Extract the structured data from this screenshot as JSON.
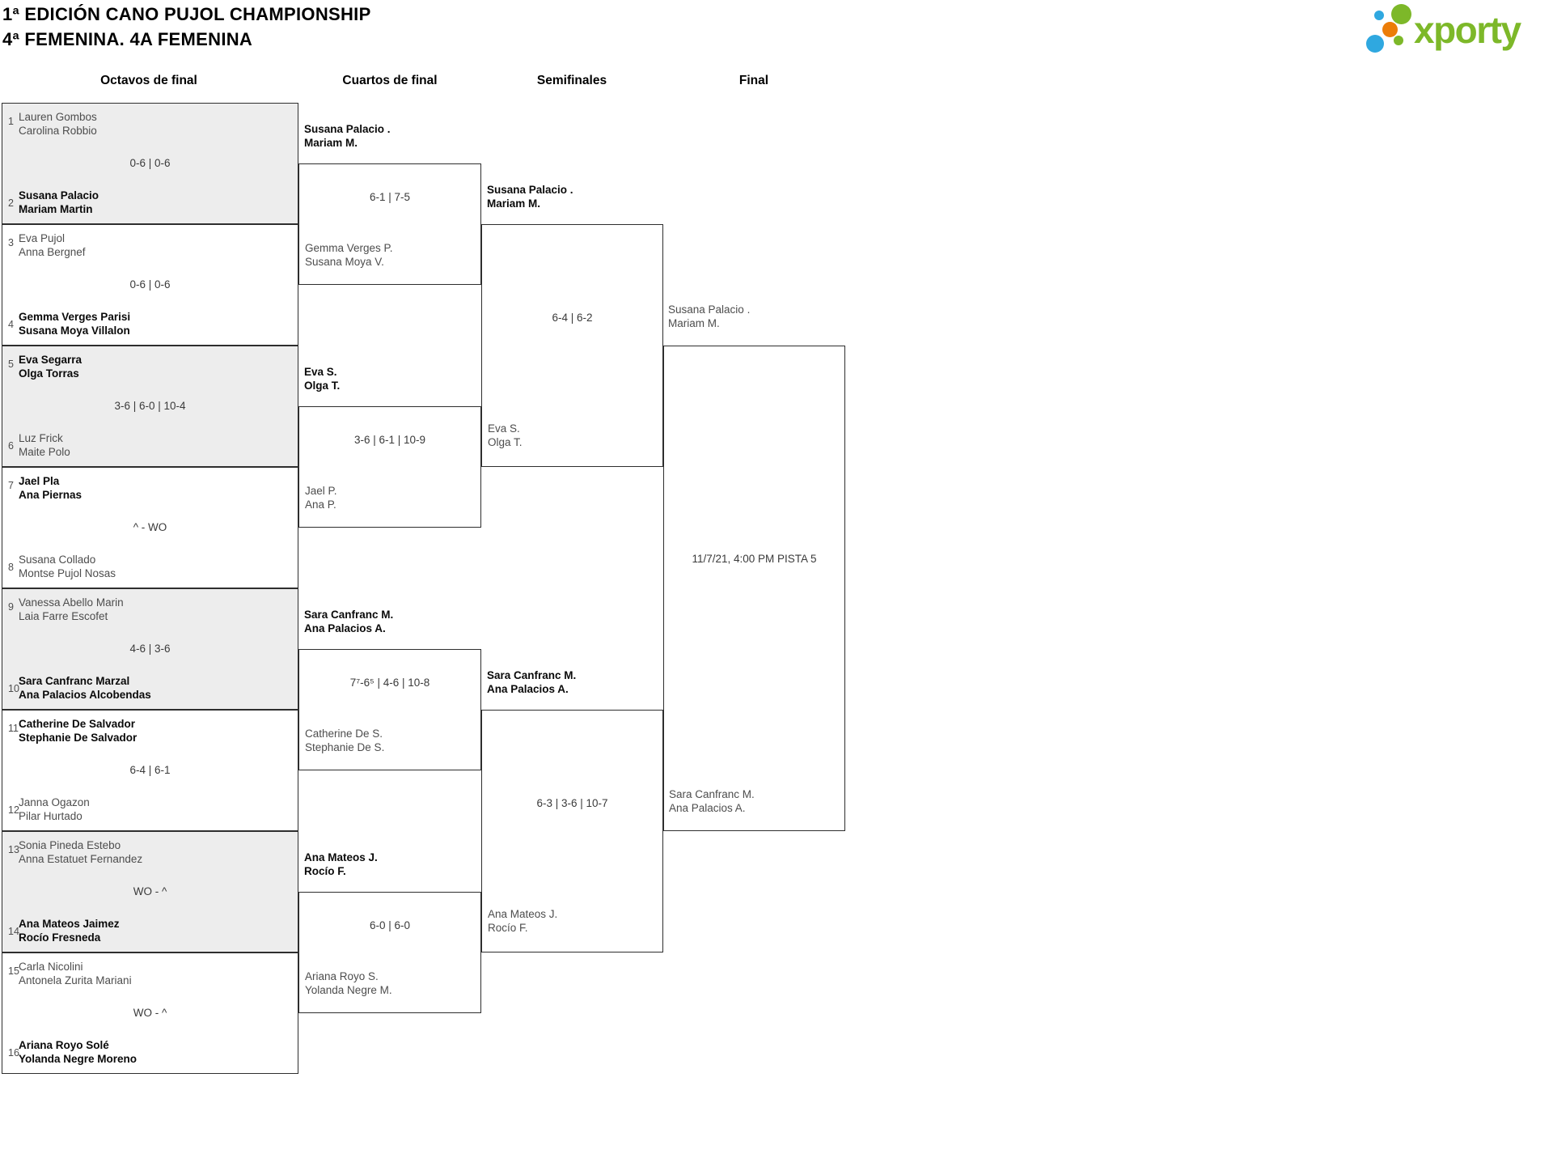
{
  "title": {
    "line1": "1ª EDICIÓN CANO PUJOL CHAMPIONSHIP",
    "line2": "4ª FEMENINA. 4A FEMENINA"
  },
  "logo": {
    "text": "xporty",
    "green": "#7db829",
    "blue": "#2fa8e0",
    "orange": "#ec7d08"
  },
  "rounds": [
    {
      "label": "Octavos de final"
    },
    {
      "label": "Cuartos de final"
    },
    {
      "label": "Semifinales"
    },
    {
      "label": "Final"
    }
  ],
  "octavos": [
    {
      "top_seed": "1",
      "top_name1": "Lauren Gombos",
      "top_name2": "Carolina Robbio",
      "top_winner": false,
      "score": "0-6 | 0-6",
      "bottom_seed": "2",
      "bottom_name1": "Susana Palacio",
      "bottom_name2": "Mariam Martin",
      "bottom_winner": true
    },
    {
      "top_seed": "3",
      "top_name1": "Eva Pujol",
      "top_name2": "Anna Bergnef",
      "top_winner": false,
      "score": "0-6 | 0-6",
      "bottom_seed": "4",
      "bottom_name1": "Gemma Verges Parisi",
      "bottom_name2": "Susana Moya Villalon",
      "bottom_winner": true
    },
    {
      "top_seed": "5",
      "top_name1": "Eva Segarra",
      "top_name2": "Olga Torras",
      "top_winner": true,
      "score": "3-6 | 6-0 | 10-4",
      "bottom_seed": "6",
      "bottom_name1": "Luz Frick",
      "bottom_name2": "Maite Polo",
      "bottom_winner": false
    },
    {
      "top_seed": "7",
      "top_name1": "Jael Pla",
      "top_name2": "Ana Piernas",
      "top_winner": true,
      "score": "^ - WO",
      "bottom_seed": "8",
      "bottom_name1": "Susana Collado",
      "bottom_name2": "Montse Pujol Nosas",
      "bottom_winner": false
    },
    {
      "top_seed": "9",
      "top_name1": "Vanessa Abello Marin",
      "top_name2": "Laia Farre Escofet",
      "top_winner": false,
      "score": "4-6 | 3-6",
      "bottom_seed": "10",
      "bottom_name1": "Sara Canfranc Marzal",
      "bottom_name2": "Ana Palacios Alcobendas",
      "bottom_winner": true
    },
    {
      "top_seed": "11",
      "top_name1": "Catherine De Salvador",
      "top_name2": "Stephanie De Salvador",
      "top_winner": true,
      "score": "6-4 | 6-1",
      "bottom_seed": "12",
      "bottom_name1": "Janna Ogazon",
      "bottom_name2": "Pilar Hurtado",
      "bottom_winner": false
    },
    {
      "top_seed": "13",
      "top_name1": "Sonia Pineda Estebo",
      "top_name2": "Anna Estatuet Fernandez",
      "top_winner": false,
      "score": "WO - ^",
      "bottom_seed": "14",
      "bottom_name1": "Ana Mateos Jaimez",
      "bottom_name2": "Rocío Fresneda",
      "bottom_winner": true
    },
    {
      "top_seed": "15",
      "top_name1": "Carla Nicolini",
      "top_name2": "Antonela Zurita Mariani",
      "top_winner": false,
      "score": "WO - ^",
      "bottom_seed": "16",
      "bottom_name1": "Ariana Royo Solé",
      "bottom_name2": "Yolanda Negre Moreno",
      "bottom_winner": true
    }
  ],
  "cuartos": [
    {
      "top_name1": "Susana Palacio .",
      "top_name2": "Mariam M.",
      "top_winner": true,
      "score": "6-1 | 7-5",
      "bottom_name1": "Gemma Verges P.",
      "bottom_name2": "Susana Moya V.",
      "bottom_winner": false
    },
    {
      "top_name1": "Eva S.",
      "top_name2": "Olga T.",
      "top_winner": true,
      "score": "3-6 | 6-1 | 10-9",
      "bottom_name1": "Jael P.",
      "bottom_name2": "Ana P.",
      "bottom_winner": false
    },
    {
      "top_name1": "Sara Canfranc M.",
      "top_name2": "Ana Palacios A.",
      "top_winner": true,
      "score": "7⁷-6⁵ | 4-6 | 10-8",
      "bottom_name1": "Catherine De S.",
      "bottom_name2": "Stephanie De S.",
      "bottom_winner": false
    },
    {
      "top_name1": "Ana Mateos J.",
      "top_name2": "Rocío F.",
      "top_winner": true,
      "score": "6-0 | 6-0",
      "bottom_name1": "Ariana Royo S.",
      "bottom_name2": "Yolanda Negre M.",
      "bottom_winner": false
    }
  ],
  "semifinales": [
    {
      "top_name1": "Susana Palacio .",
      "top_name2": "Mariam M.",
      "top_winner": true,
      "score": "6-4 | 6-2",
      "bottom_name1": "Eva S.",
      "bottom_name2": "Olga T.",
      "bottom_winner": false
    },
    {
      "top_name1": "Sara Canfranc M.",
      "top_name2": "Ana Palacios A.",
      "top_winner": true,
      "score": "6-3 | 3-6 | 10-7",
      "bottom_name1": "Ana Mateos J.",
      "bottom_name2": "Rocío F.",
      "bottom_winner": false
    }
  ],
  "final": {
    "top_name1": "Susana Palacio .",
    "top_name2": "Mariam M.",
    "top_winner": false,
    "schedule": "11/7/21, 4:00 PM PISTA 5",
    "bottom_name1": "Sara Canfranc M.",
    "bottom_name2": "Ana Palacios A.",
    "bottom_winner": false
  }
}
